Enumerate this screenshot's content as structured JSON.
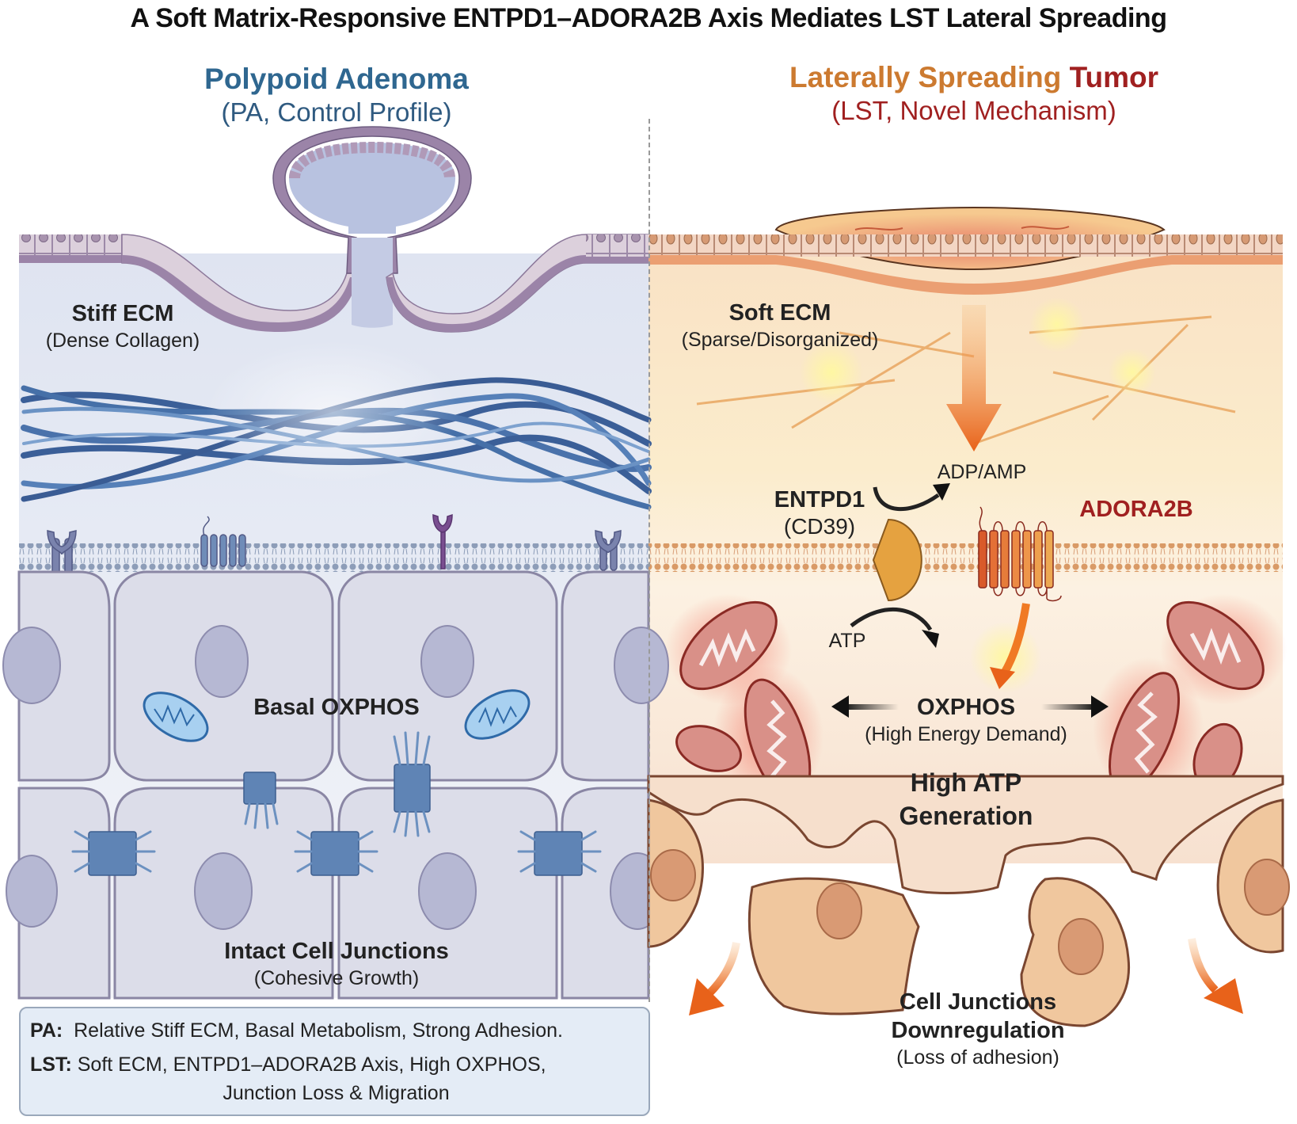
{
  "title": "A Soft Matrix-Responsive ENTPD1–ADORA2B Axis Mediates LST Lateral Spreading",
  "left_panel": {
    "heading": "Polypoid Adenoma",
    "subheading": "(PA, Control Profile)",
    "ecm_label": "Stiff ECM",
    "ecm_sublabel": "(Dense Collagen)",
    "metabolism_label": "Basal OXPHOS",
    "junction_label": "Intact Cell Junctions",
    "junction_sublabel": "(Cohesive Growth)",
    "color": "#2f6790"
  },
  "right_panel": {
    "heading_part1": "Laterally Spreading",
    "heading_part2": "Tumor",
    "subheading": "(LST, Novel Mechanism)",
    "ecm_label": "Soft ECM",
    "ecm_sublabel": "(Sparse/Disorganized)",
    "enzyme_label": "ENTPD1",
    "enzyme_sublabel": "(CD39)",
    "receptor_label": "ADORA2B",
    "product_label": "ADP/AMP",
    "substrate_label": "ATP",
    "oxphos_label": "OXPHOS",
    "oxphos_sublabel": "(High Energy Demand)",
    "atp_label_line1": "High ATP",
    "atp_label_line2": "Generation",
    "junction_label_line1": "Cell Junctions",
    "junction_label_line2": "Downregulation",
    "junction_sublabel": "(Loss of adhesion)",
    "color_orange": "#cc7a30",
    "color_red": "#a02020"
  },
  "summary": {
    "pa_key": "PA:",
    "pa_text": "Relative Stiff ECM, Basal Metabolism, Strong Adhesion.",
    "lst_key": "LST:",
    "lst_text": "Soft ECM, ENTPD1–ADORA2B Axis, High OXPHOS,",
    "lst_text_line2": "Junction Loss & Migration"
  }
}
